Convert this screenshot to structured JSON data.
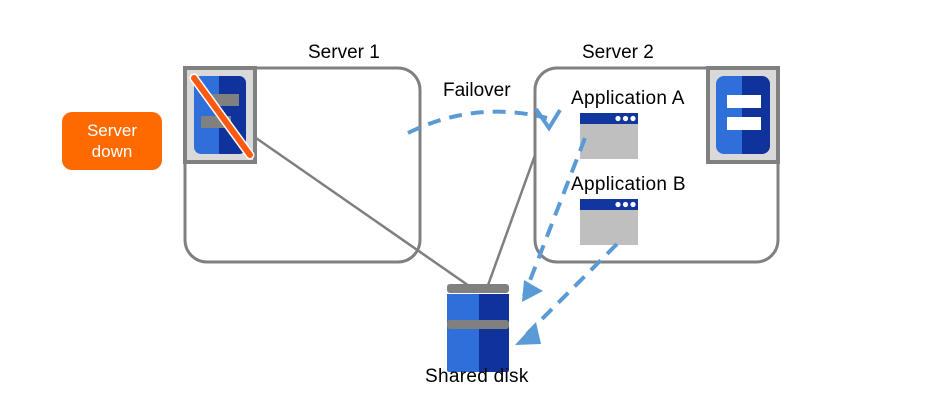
{
  "diagram": {
    "title_labels": {
      "server1": "Server 1",
      "server2": "Server 2",
      "failover": "Failover",
      "shared_disk": "Shared disk"
    },
    "status_badge": {
      "line1": "Server",
      "line2": "down",
      "color": "#FF6A00",
      "text_color": "#FFFFFF"
    },
    "server1": {
      "name": "Server 1",
      "state": "down",
      "icon": "server-down-icon",
      "applications": []
    },
    "server2": {
      "name": "Server 2",
      "state": "active",
      "icon": "server-ok-icon",
      "applications": [
        {
          "label": "Application A",
          "icon": "app-window-icon"
        },
        {
          "label": "Application B",
          "icon": "app-window-icon"
        }
      ]
    },
    "storage": {
      "label": "Shared disk",
      "icon": "disk-stack-icon",
      "units": 2
    },
    "connections": [
      {
        "from": "Server 1",
        "to": "Shared disk",
        "style": "solid",
        "color": "#7F7F7F"
      },
      {
        "from": "Server 2",
        "to": "Shared disk",
        "style": "solid",
        "color": "#7F7F7F"
      },
      {
        "from": "Server 1",
        "to": "Server 2",
        "label": "Failover",
        "style": "dashed-curve",
        "color": "#5B9BD5"
      },
      {
        "from": "Application A",
        "to": "Shared disk",
        "style": "dashed-arrow",
        "color": "#5B9BD5"
      },
      {
        "from": "Application B",
        "to": "Shared disk",
        "style": "dashed-arrow",
        "color": "#5B9BD5"
      }
    ],
    "colors": {
      "box_border": "#808080",
      "accent_blue": "#5B9BD5",
      "server_blue_light": "#2E6FD9",
      "server_blue_dark": "#10339B",
      "app_titlebar": "#11379F",
      "app_body": "#BFBFBF",
      "icon_frame": "#808080",
      "icon_bg": "#D9D9D9",
      "slash_orange": "#FF5A10",
      "background": "#FFFFFF"
    }
  }
}
